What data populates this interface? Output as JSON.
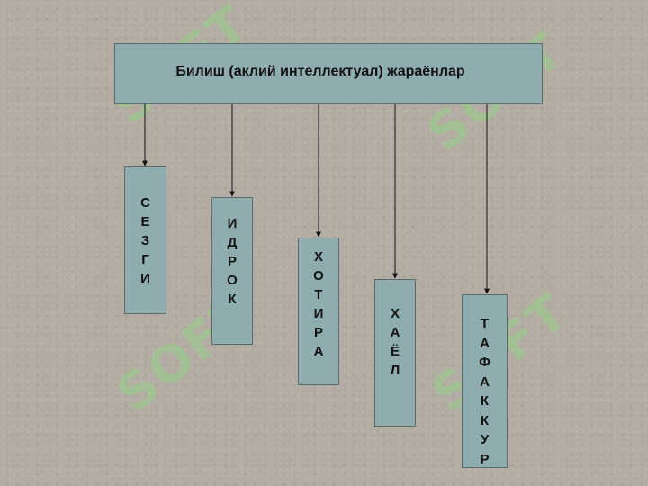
{
  "watermark": {
    "text": "SOFT"
  },
  "diagram": {
    "root": {
      "label": "Билиш (аклий интеллектуал) жараёнлар"
    },
    "children": [
      {
        "label": "СЕЗГИ",
        "letters": [
          "С",
          "Е",
          "З",
          "Г",
          "И"
        ]
      },
      {
        "label": "ИДРОК",
        "letters": [
          "И",
          "Д",
          "Р",
          "О",
          "К"
        ]
      },
      {
        "label": "ХОТИРА",
        "letters": [
          "Х",
          "О",
          "Т",
          "И",
          "Р",
          "А"
        ]
      },
      {
        "label": "ХАЁЛ",
        "letters": [
          "Х",
          "А",
          "Ё",
          "Л"
        ]
      },
      {
        "label": "ТАФАККУР",
        "letters": [
          "Т",
          "А",
          "Ф",
          "А",
          "К",
          "К",
          "У",
          "Р"
        ]
      }
    ]
  }
}
